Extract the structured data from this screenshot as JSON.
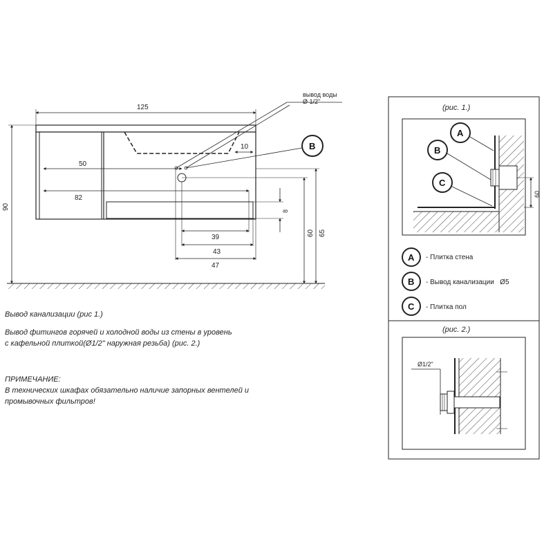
{
  "drawing": {
    "water_outlet_label": "вывод воды",
    "water_outlet_dia": "Ø 1/2\"",
    "dims": {
      "width": "125",
      "height": "90",
      "d50": "50",
      "d82": "82",
      "d10": "10",
      "d8": "8",
      "d39": "39",
      "d43": "43",
      "d47": "47",
      "d60": "60",
      "d65": "65"
    },
    "marker_b": "B"
  },
  "notes": {
    "line1": "Вывод канализации (рис 1.)",
    "line2": "Вывод фитингов горячей и холодной воды из стены в уровень",
    "line3": "с кафельной плиткой(Ø1/2\" наружная резьба) (рис. 2.)",
    "remark_title": "ПРИМЕЧАНИЕ:",
    "remark_line1": "В технических шкафах обязательно наличие запорных вентелей и",
    "remark_line2": "промывочных фильтров!"
  },
  "fig1": {
    "caption": "(рис. 1.)",
    "marker_a": "A",
    "marker_b": "B",
    "marker_c": "C",
    "dim60": "60"
  },
  "legend": {
    "items": [
      {
        "letter": "A",
        "text": "- Плитка стена"
      },
      {
        "letter": "B",
        "text": "- Вывод канализации   Ø5"
      },
      {
        "letter": "C",
        "text": "- Плитка пол"
      }
    ]
  },
  "fig2": {
    "caption": "(рис. 2.)",
    "dia": "Ø1/2\""
  }
}
